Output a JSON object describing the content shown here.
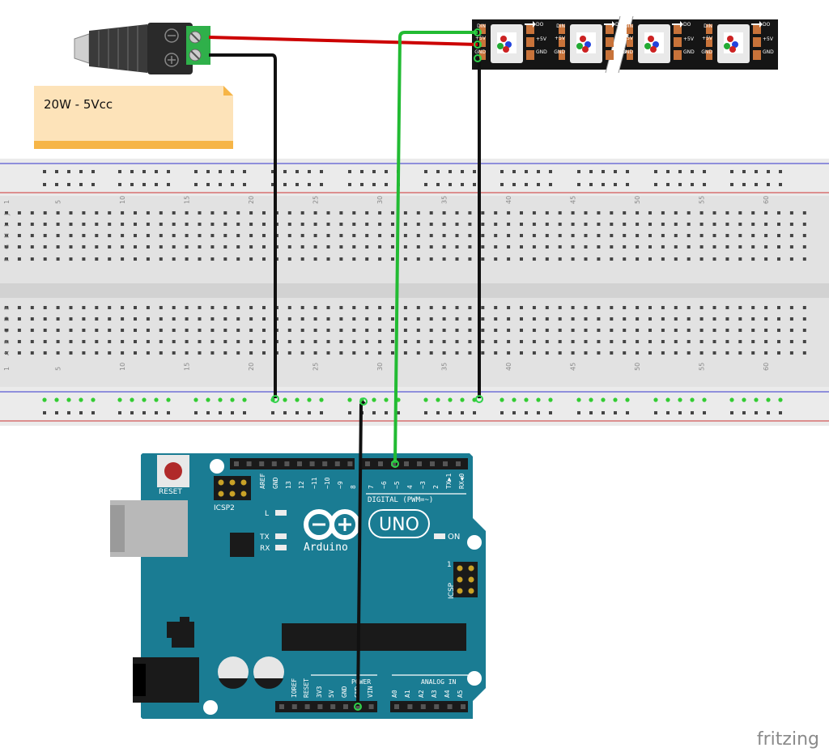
{
  "note": {
    "text": "20W - 5Vcc"
  },
  "strip": {
    "pixel_count": 4,
    "labels": {
      "din": "DIN",
      "do": "DO",
      "v5": "+5V",
      "gnd": "GND"
    }
  },
  "breadboard": {
    "columns": 63,
    "column_labels": [
      "1",
      "5",
      "10",
      "15",
      "20",
      "25",
      "30",
      "35",
      "40",
      "45",
      "50",
      "55",
      "60"
    ],
    "row_labels_top": [
      "J",
      "I",
      "H",
      "G",
      "F"
    ],
    "row_labels_bottom": [
      "E",
      "D",
      "C",
      "B",
      "A"
    ]
  },
  "arduino": {
    "reset_label": "RESET",
    "icsp2_label": "ICSP2",
    "icsp_label": "ICSP",
    "icsp_pin_mark": "1",
    "brand": "Arduino",
    "model": "UNO",
    "on_label": "ON",
    "led_l": "L",
    "led_tx": "TX",
    "led_rx": "RX",
    "digital_label": "DIGITAL (PWM=~)",
    "power_label": "POWER",
    "analog_label": "ANALOG IN",
    "digital_pins": [
      "AREF",
      "GND",
      "13",
      "12",
      "~11",
      "~10",
      "~9",
      "8",
      "7",
      "~6",
      "~5",
      "4",
      "~3",
      "2",
      "TX▶1",
      "RX◀0"
    ],
    "power_pins": [
      "IOREF",
      "RESET",
      "3V3",
      "5V",
      "GND",
      "GND",
      "VIN"
    ],
    "analog_pins": [
      "A0",
      "A1",
      "A2",
      "A3",
      "A4",
      "A5"
    ]
  },
  "wires": {
    "red": "#cc0000",
    "black": "#111111",
    "green": "#22bb33"
  },
  "watermark": "fritzing"
}
